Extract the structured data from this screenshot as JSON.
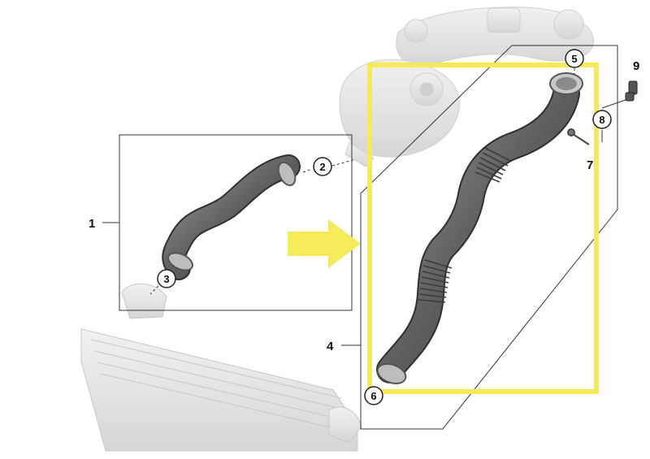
{
  "diagram": {
    "callouts": {
      "c1": "1",
      "c2": "2",
      "c3": "3",
      "c4": "4",
      "c5": "5",
      "c6": "6",
      "c7": "7",
      "c8": "8",
      "c9": "9"
    },
    "colors": {
      "highlight": "#f5ea5a",
      "arrow": "#f5ea5a",
      "hose": "#6f6f6f",
      "ghost_parts": "#e3e3e3",
      "line": "#222222"
    },
    "icons": [
      "arrow-right-icon"
    ]
  }
}
